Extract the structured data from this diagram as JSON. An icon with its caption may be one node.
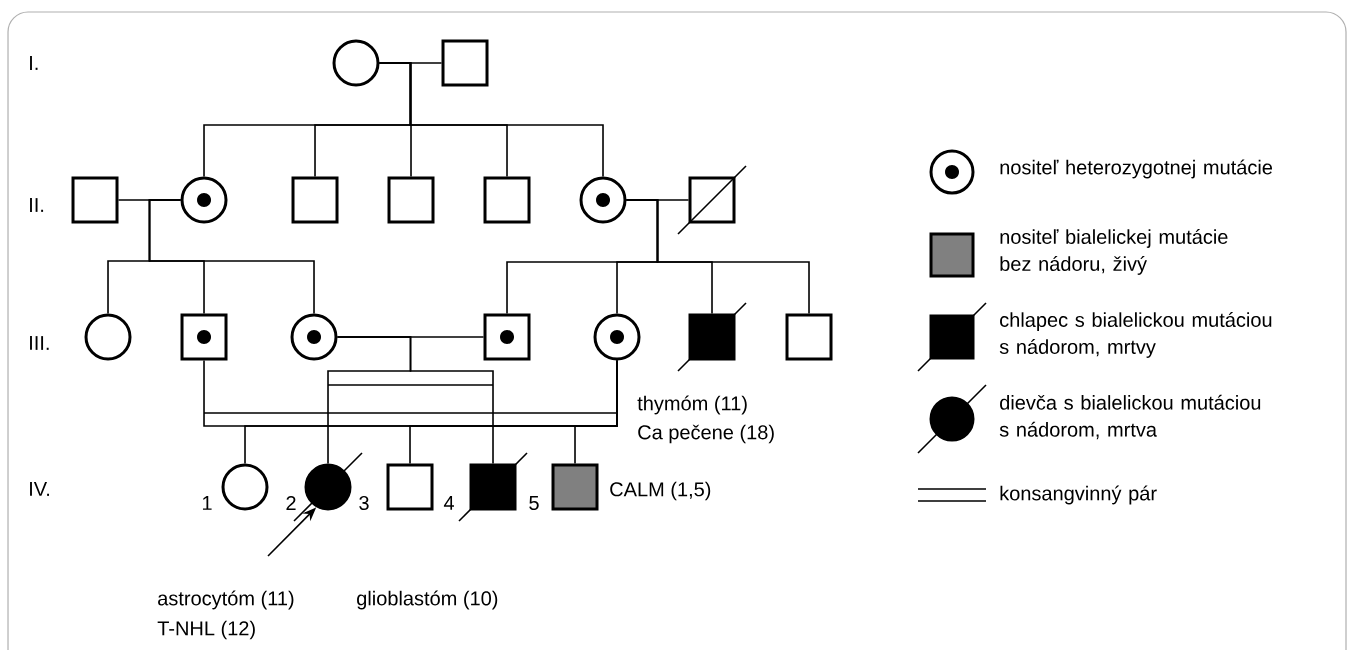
{
  "diagram": {
    "nodes": [
      {
        "text": [],
        "shape": "circle"
      },
      {
        "text": [],
        "shape": "box"
      },
      {
        "text": [],
        "shape": "box"
      },
      {
        "text": [],
        "shape": "circle"
      },
      {
        "text": [],
        "shape": "box"
      },
      {
        "text": [],
        "shape": "box"
      },
      {
        "text": [],
        "shape": "box"
      },
      {
        "text": [],
        "shape": "circle"
      },
      {
        "text": [],
        "shape": "box"
      },
      {
        "text": [],
        "shape": "circle"
      },
      {
        "text": [],
        "shape": "box"
      },
      {
        "text": [],
        "shape": "circle"
      },
      {
        "text": [],
        "shape": "box"
      },
      {
        "text": [],
        "shape": "circle"
      },
      {
        "text": [],
        "shape": "box",
        "beside": [
          "thymóm (11)",
          "Ca pečene (18)"
        ]
      },
      {
        "text": [],
        "shape": "box"
      },
      {
        "text": [],
        "shape": "circle"
      },
      {
        "text": [],
        "shape": "circle",
        "beside": [
          "astrocytóm (11)",
          "T-NHL (12)"
        ]
      },
      {
        "text": [],
        "shape": "box"
      },
      {
        "text": [],
        "shape": "box",
        "beside": [
          "glioblastóm (10)"
        ]
      },
      {
        "text": [],
        "shape": "box",
        "beside": [
          "CALM (1,5)"
        ]
      }
    ],
    "edges": [
      {
        "from": 0,
        "to": 1,
        "arrow": "none"
      },
      {
        "from": 2,
        "to": 3,
        "arrow": "none"
      },
      {
        "from": 7,
        "to": 8,
        "arrow": "none"
      },
      {
        "from": 11,
        "to": 12,
        "arrow": "none"
      },
      {
        "from": 10,
        "to": 13,
        "arrow": "none"
      },
      {
        "from": 0,
        "to": 3,
        "arrow": "none"
      },
      {
        "from": 0,
        "to": 4,
        "arrow": "none"
      },
      {
        "from": 0,
        "to": 5,
        "arrow": "none"
      },
      {
        "from": 0,
        "to": 6,
        "arrow": "none"
      },
      {
        "from": 0,
        "to": 7,
        "arrow": "none"
      },
      {
        "from": 3,
        "to": 9,
        "arrow": "none"
      },
      {
        "from": 3,
        "to": 10,
        "arrow": "none"
      },
      {
        "from": 3,
        "to": 11,
        "arrow": "none"
      },
      {
        "from": 7,
        "to": 12,
        "arrow": "none"
      },
      {
        "from": 7,
        "to": 13,
        "arrow": "none"
      },
      {
        "from": 7,
        "to": 14,
        "arrow": "none"
      },
      {
        "from": 7,
        "to": 15,
        "arrow": "none"
      },
      {
        "from": 11,
        "to": 17,
        "arrow": "none"
      },
      {
        "from": 11,
        "to": 19,
        "arrow": "none"
      },
      {
        "from": 13,
        "to": 16,
        "arrow": "none"
      },
      {
        "from": 13,
        "to": 18,
        "arrow": "none"
      },
      {
        "from": 13,
        "to": 20,
        "arrow": "none"
      },
      {
        "from": null,
        "to": 17,
        "arrow": "to"
      }
    ],
    "labels": [
      "I.",
      "II.",
      "III.",
      "IV.",
      "1",
      "2",
      "3",
      "4",
      "5"
    ],
    "legend": [
      {
        "text": "nositeľ heterozygotnej mutácie"
      },
      {
        "text": "nositeľ bialelickej mutácie bez nádoru, živý"
      },
      {
        "text": "chlapec s bialelickou mutáciou s nádorom, mrtvy"
      },
      {
        "text": "dievča s bialelickou mutáciou s nádorom, mrtva"
      },
      {
        "text": "konsangvinný pár"
      }
    ]
  }
}
